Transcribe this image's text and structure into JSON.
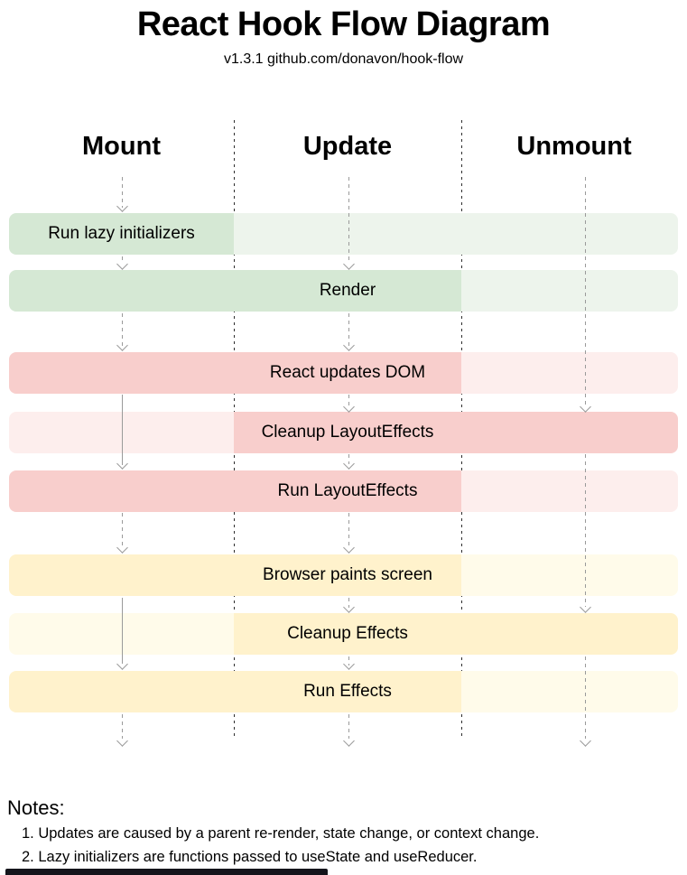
{
  "header": {
    "title": "React Hook Flow Diagram",
    "subtitle": "v1.3.1 github.com/donavon/hook-flow"
  },
  "columns": [
    {
      "label": "Mount"
    },
    {
      "label": "Update"
    },
    {
      "label": "Unmount"
    }
  ],
  "bands": [
    {
      "label": "Run lazy initializers",
      "color_group": "green",
      "dark_columns": "mount",
      "label_column": "mount"
    },
    {
      "label": "Render",
      "color_group": "green",
      "dark_columns": "mount+update",
      "label_column": "update"
    },
    {
      "label": "React updates DOM",
      "color_group": "red",
      "dark_columns": "mount+update",
      "label_column": "update"
    },
    {
      "label": "Cleanup LayoutEffects",
      "color_group": "red",
      "dark_columns": "update+unmount",
      "label_column": "update"
    },
    {
      "label": "Run LayoutEffects",
      "color_group": "red",
      "dark_columns": "mount+update",
      "label_column": "update"
    },
    {
      "label": "Browser paints screen",
      "color_group": "yellow",
      "dark_columns": "mount+update",
      "label_column": "update"
    },
    {
      "label": "Cleanup Effects",
      "color_group": "yellow",
      "dark_columns": "update+unmount",
      "label_column": "update"
    },
    {
      "label": "Run Effects",
      "color_group": "yellow",
      "dark_columns": "mount+update",
      "label_column": "update"
    }
  ],
  "notes": {
    "heading": "Notes:",
    "items": [
      "1. Updates are caused by a parent re-render, state change, or context change.",
      "2. Lazy initializers are functions passed to useState and useReducer."
    ]
  },
  "colors": {
    "green_dark": "#d5e8d4",
    "green_light": "#edf4ec",
    "red_dark": "#f8cecc",
    "red_light": "#fdeeed",
    "yellow_dark": "#fff2cc",
    "yellow_light": "#fffbea",
    "arrow": "#9a9a9a",
    "divider": "#2e2e2e"
  }
}
